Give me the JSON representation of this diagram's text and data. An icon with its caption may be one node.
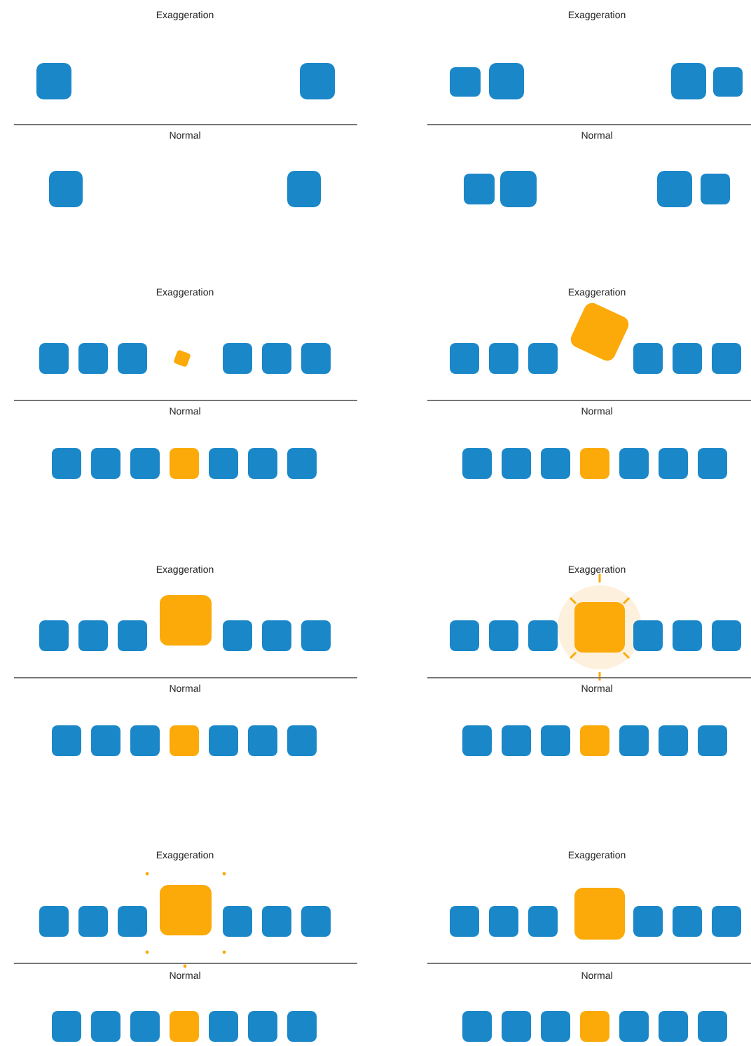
{
  "diagram": {
    "labels": [
      "Exaggeration",
      "Exaggeration",
      "Normal",
      "Normal",
      "Exaggeration",
      "Exaggeration",
      "Normal",
      "Normal",
      "Exaggeration",
      "Exaggeration",
      "Normal",
      "Normal",
      "Exaggeration",
      "Exaggeration",
      "Normal",
      "Normal"
    ]
  }
}
